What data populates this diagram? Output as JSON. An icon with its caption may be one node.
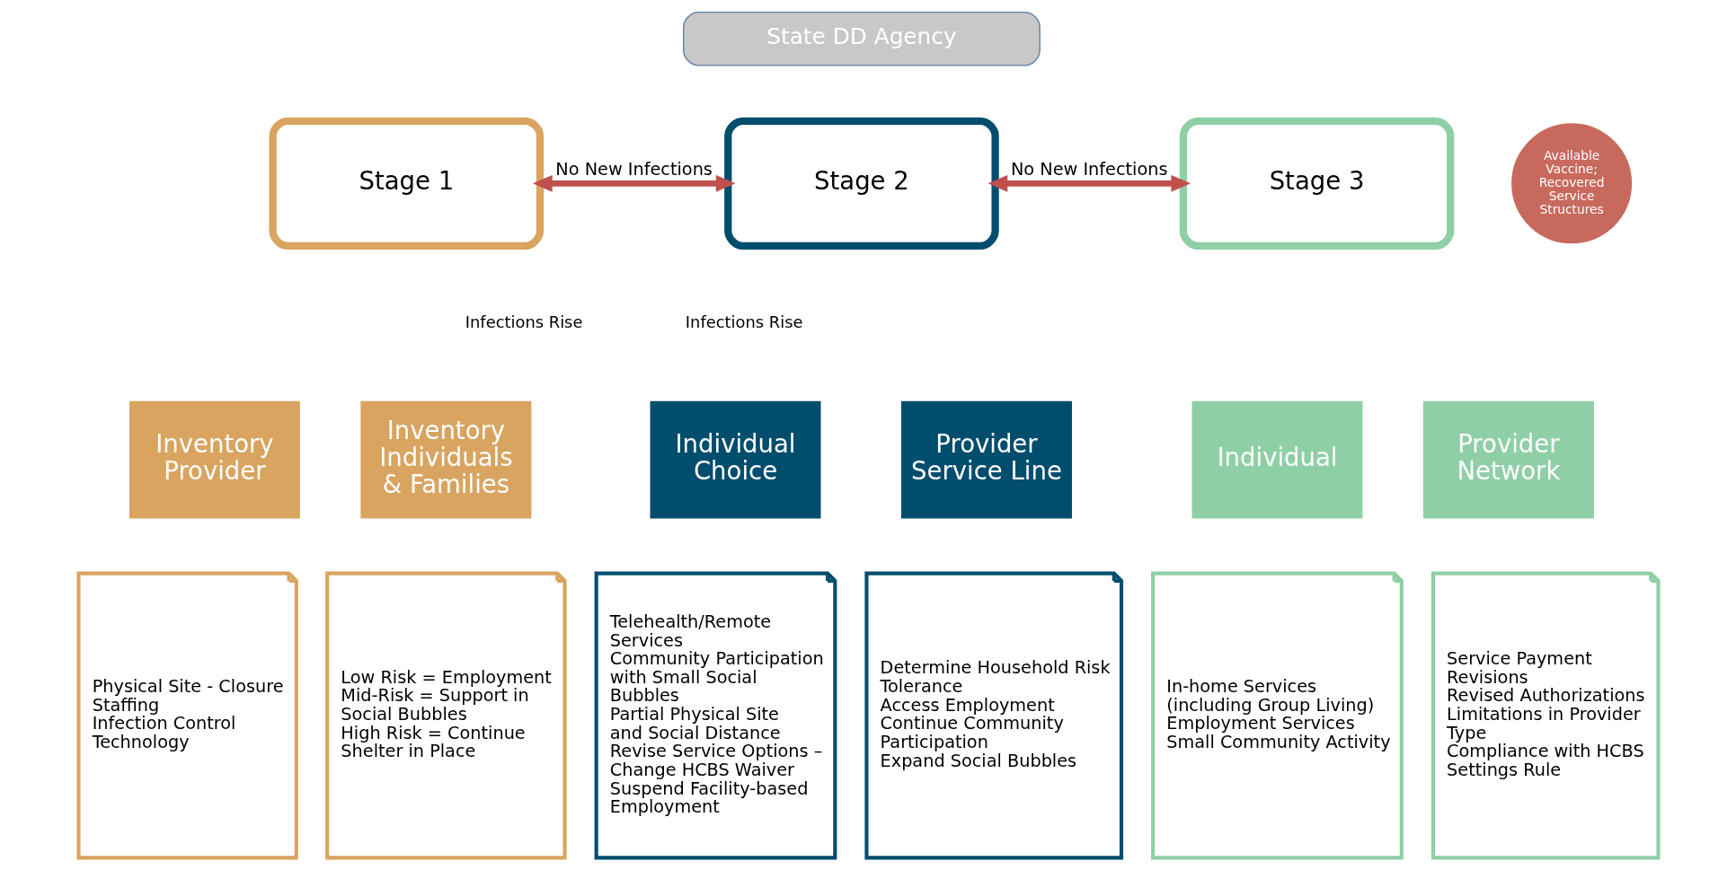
{
  "diagram": {
    "nodes": [
      {
        "text": [
          "State DD Agency"
        ]
      },
      {
        "text": [
          "Stage 1"
        ]
      },
      {
        "text": [
          "Stage 2"
        ]
      },
      {
        "text": [
          "Stage 3"
        ]
      },
      {
        "text": [
          "Available Vaccine; Recovered Service Structures"
        ]
      },
      {
        "text": [
          "Inventory Provider"
        ]
      },
      {
        "text": [
          "Inventory Individuals & Families"
        ]
      },
      {
        "text": [
          "Individual Choice"
        ]
      },
      {
        "text": [
          "Provider Service Line"
        ]
      },
      {
        "text": [
          "Individual"
        ]
      },
      {
        "text": [
          "Provider Network"
        ]
      },
      {
        "text": [
          "Physical Site - Closure",
          "Staffing",
          "Infection Control",
          "Technology"
        ]
      },
      {
        "text": [
          "Low Risk = Employment",
          "Mid-Risk = Support in Social Bubbles",
          "High Risk = Continue Shelter in Place"
        ]
      },
      {
        "text": [
          "Telehealth/Remote Services",
          "Community Participation with Small Social Bubbles",
          "Partial Physical Site and Social Distance",
          "Revise Service Options – Change HCBS Waiver",
          "Suspend Facility-based Employment"
        ]
      },
      {
        "text": [
          "Determine Household Risk Tolerance",
          "Access Employment",
          "Continue Community Participation",
          "Expand Social Bubbles"
        ]
      },
      {
        "text": [
          "In-home Services (including Group Living)",
          "Employment Services",
          "Small Community Activity"
        ]
      },
      {
        "text": [
          "Service Payment Revisions",
          "Revised Authorizations",
          "Limitations in Provider Type",
          "Compliance with HCBS Settings Rule"
        ]
      }
    ],
    "edges": [
      {
        "from": 1,
        "to": 2,
        "arrow": "both",
        "label": "No New Infections"
      },
      {
        "from": 2,
        "to": 3,
        "arrow": "both",
        "label": "No New Infections"
      }
    ],
    "labels": [
      "Infections Rise",
      "Infections Rise"
    ]
  }
}
